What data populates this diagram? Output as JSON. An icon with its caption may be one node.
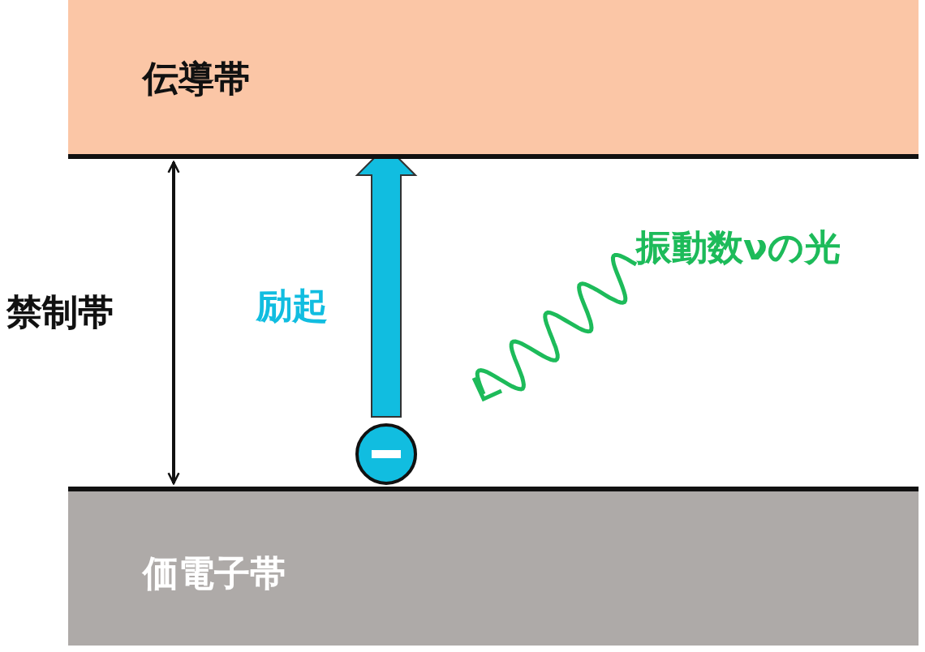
{
  "diagram": {
    "nodes": [
      {
        "text": [
          "伝導帯"
        ]
      },
      {
        "text": [
          "価電子帯"
        ]
      },
      {
        "text": [],
        "shape": "circle"
      }
    ],
    "edges": [
      {
        "from": 0,
        "to": 1,
        "arrow": "both"
      },
      {
        "from": 2,
        "to": 0,
        "arrow": "to",
        "label": "励起",
        "style": "thick",
        "color": "#11bde0"
      }
    ],
    "labels": [
      "禁制帯",
      "振動数νの光"
    ]
  }
}
